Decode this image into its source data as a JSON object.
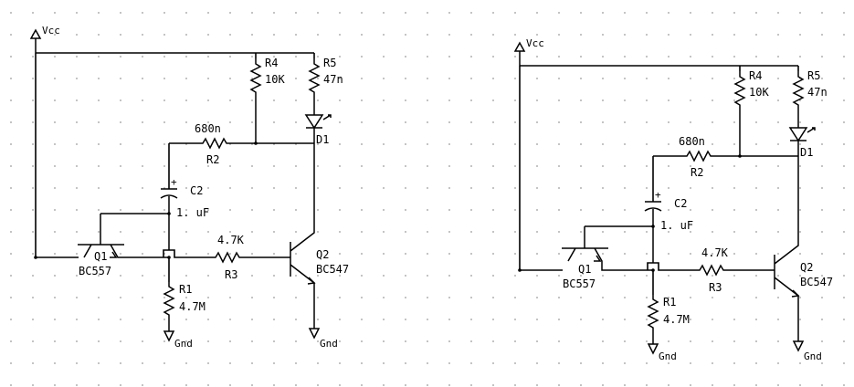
{
  "schematics": [
    {
      "id": "left",
      "vcc": "Vcc",
      "gnd1": "Gnd",
      "gnd2": "Gnd",
      "r4": {
        "ref": "R4",
        "value": "10K"
      },
      "r5": {
        "ref": "R5",
        "value": "47n"
      },
      "d1": {
        "ref": "D1"
      },
      "r2": {
        "ref": "R2",
        "value": "680n"
      },
      "c2": {
        "ref": "C2",
        "value": "1. uF",
        "polarity": "+"
      },
      "q1": {
        "ref": "Q1",
        "part": "BC557"
      },
      "r3": {
        "ref": "R3",
        "value": "4.7K"
      },
      "q2": {
        "ref": "Q2",
        "part": "BC547"
      },
      "r1": {
        "ref": "R1",
        "value": "4.7M"
      }
    },
    {
      "id": "right",
      "vcc": "Vcc",
      "gnd1": "Gnd",
      "gnd2": "Gnd",
      "r4": {
        "ref": "R4",
        "value": "10K"
      },
      "r5": {
        "ref": "R5",
        "value": "47n"
      },
      "d1": {
        "ref": "D1"
      },
      "r2": {
        "ref": "R2",
        "value": "680n"
      },
      "c2": {
        "ref": "C2",
        "value": "1. uF",
        "polarity": "+"
      },
      "q1": {
        "ref": "Q1",
        "part": "BC557"
      },
      "r3": {
        "ref": "R3",
        "value": "4.7K"
      },
      "q2": {
        "ref": "Q2",
        "part": "BC547"
      },
      "r1": {
        "ref": "R1",
        "value": "4.7M"
      }
    }
  ]
}
